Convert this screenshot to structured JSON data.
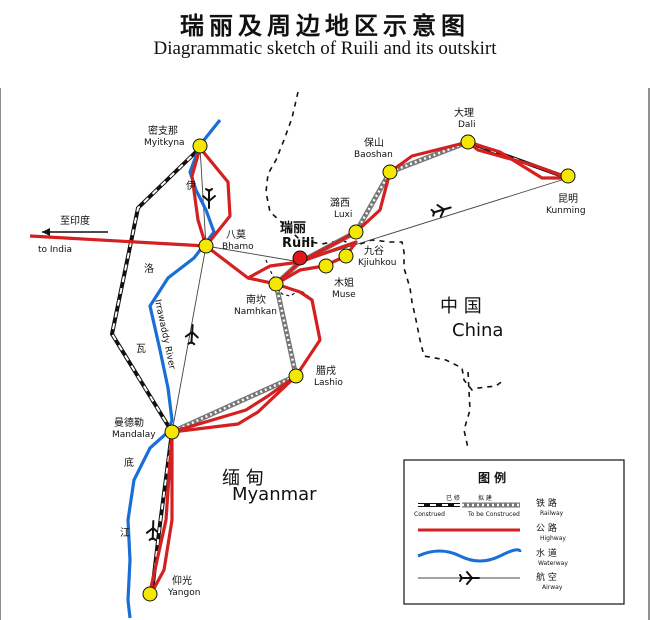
{
  "title": {
    "cn": "瑞丽及周边地区示意图",
    "en": "Diagrammatic sketch of Ruili and its outskirt"
  },
  "cities": [
    {
      "id": "myitkyna",
      "cn": "密支那",
      "en": "Myitkyna"
    },
    {
      "id": "bhamo",
      "cn": "八莫",
      "en": "Bhamo"
    },
    {
      "id": "ruili",
      "cn": "瑞丽",
      "en": "Ruili",
      "highlight": true
    },
    {
      "id": "namhkan",
      "cn": "南坎",
      "en": "Namhkan"
    },
    {
      "id": "muse",
      "cn": "木姐",
      "en": "Muse"
    },
    {
      "id": "kjiuhkou",
      "cn": "九谷",
      "en": "Kjiuhkou"
    },
    {
      "id": "luxi",
      "cn": "潞西",
      "en": "Luxi"
    },
    {
      "id": "baoshan",
      "cn": "保山",
      "en": "Baoshan"
    },
    {
      "id": "dali",
      "cn": "大理",
      "en": "Dali"
    },
    {
      "id": "kunming",
      "cn": "昆明",
      "en": "Kunming"
    },
    {
      "id": "lashio",
      "cn": "腊戌",
      "en": "Lashio"
    },
    {
      "id": "mandalay",
      "cn": "曼德勒",
      "en": "Mandalay"
    },
    {
      "id": "yangon",
      "cn": "仰光",
      "en": "Yangon"
    }
  ],
  "india_label": {
    "cn": "至印度",
    "en": "to India"
  },
  "river": {
    "en": "Irrawaddy River",
    "cn_chars": [
      "伊",
      "洛",
      "瓦",
      "底",
      "江"
    ]
  },
  "countries": {
    "china": {
      "cn": "中 国",
      "en": "China"
    },
    "myanmar": {
      "cn": "缅 甸",
      "en": "Myanmar"
    }
  },
  "legend": {
    "title": "图 例",
    "railway": {
      "built_cn": "已 修",
      "planned_cn": "拟 建",
      "built_en": "Construed",
      "planned_en": "To be Construced",
      "cn": "铁 路",
      "en": "Railway"
    },
    "highway": {
      "cn": "公 路",
      "en": "Highway"
    },
    "waterway": {
      "cn": "水 道",
      "en": "Waterway"
    },
    "airway": {
      "cn": "航 空",
      "en": "Airway"
    }
  },
  "colors": {
    "highway": "#d42020",
    "waterway": "#1a6fd6",
    "railway": "#111111",
    "city_dot": "#f5e800",
    "ruili_dot": "#e01818",
    "border": "#111111"
  }
}
